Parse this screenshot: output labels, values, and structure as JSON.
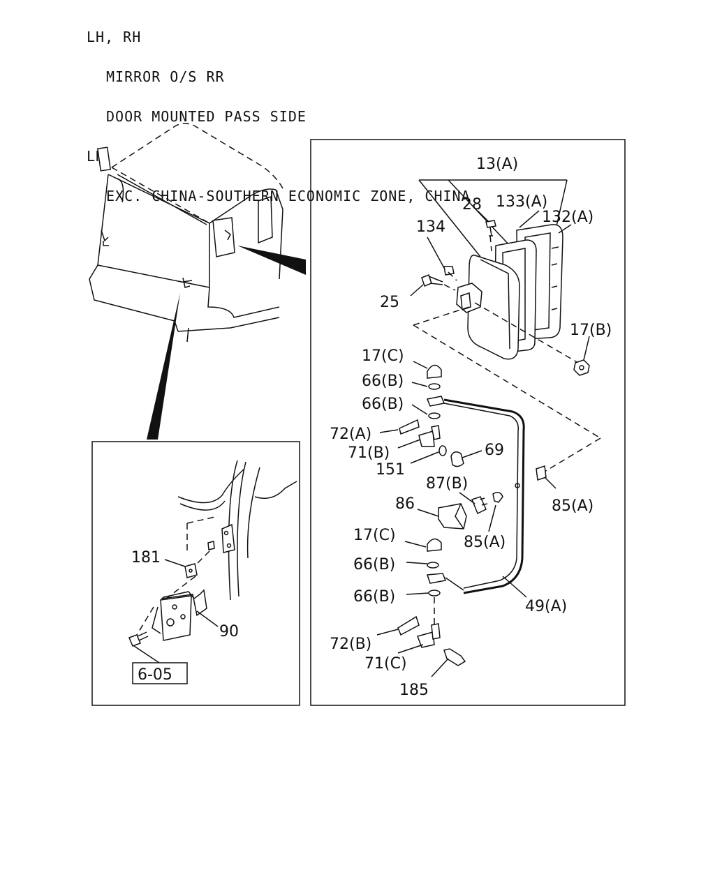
{
  "header": {
    "line1": "LH, RH",
    "line2": "MIRROR O/S RR",
    "line3": "DOOR MOUNTED PASS SIDE",
    "line4": "LH",
    "line5": "EXC. CHINA-SOUTHERN ECONOMIC ZONE, CHINA"
  },
  "labels": {
    "p13a": "13(A)",
    "p28": "28",
    "p133a": "133(A)",
    "p132a": "132(A)",
    "p134": "134",
    "p25": "25",
    "p17b": "17(B)",
    "p17c_top": "17(C)",
    "p66b_1": "66(B)",
    "p66b_2": "66(B)",
    "p72a": "72(A)",
    "p71b": "71(B)",
    "p151": "151",
    "p69": "69",
    "p87b": "87(B)",
    "p86": "86",
    "p85a_right": "85(A)",
    "p85a_mid": "85(A)",
    "p17c_bottom": "17(C)",
    "p66b_3": "66(B)",
    "p66b_4": "66(B)",
    "p49a": "49(A)",
    "p72b": "72(B)",
    "p71c": "71(C)",
    "p185": "185",
    "p181": "181",
    "p90": "90",
    "ref605": "6-05"
  }
}
